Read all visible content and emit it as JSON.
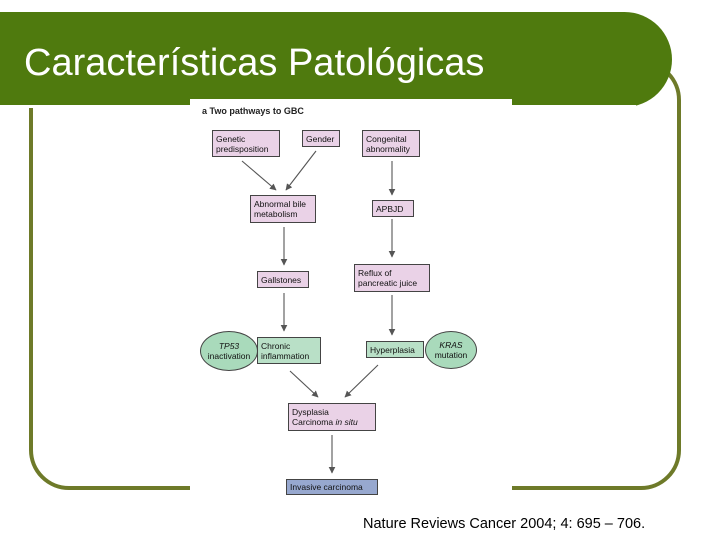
{
  "slide": {
    "title": "Características Patológicas",
    "citation": "Nature Reviews Cancer 2004; 4: 695 – 706."
  },
  "colors": {
    "title_bar": "#4f7a0e",
    "frame": "#6e7a29",
    "pink_box": "#ead2e7",
    "green_box": "#b9e0c7",
    "blue_box": "#97a8cf"
  },
  "diagram": {
    "panel_letter": "a",
    "panel_title": "Two pathways to GBC",
    "nodes": {
      "genetic": "Genetic\npredisposition",
      "gender": "Gender",
      "congenital": "Congenital\nabnormality",
      "abnormal_bile": "Abnormal bile\nmetabolism",
      "apbjd": "APBJD",
      "gallstones": "Gallstones",
      "reflux": "Reflux of\npancreatic juice",
      "tp53_gene": "TP53",
      "tp53_state": "inactivation",
      "chronic": "Chronic\ninflammation",
      "hyperplasia": "Hyperplasia",
      "kras_gene": "KRAS",
      "kras_state": "mutation",
      "dysplasia": "Dysplasia",
      "carcinoma_prefix": "Carcinoma ",
      "in_situ": "in situ",
      "invasive": "Invasive carcinoma"
    }
  }
}
